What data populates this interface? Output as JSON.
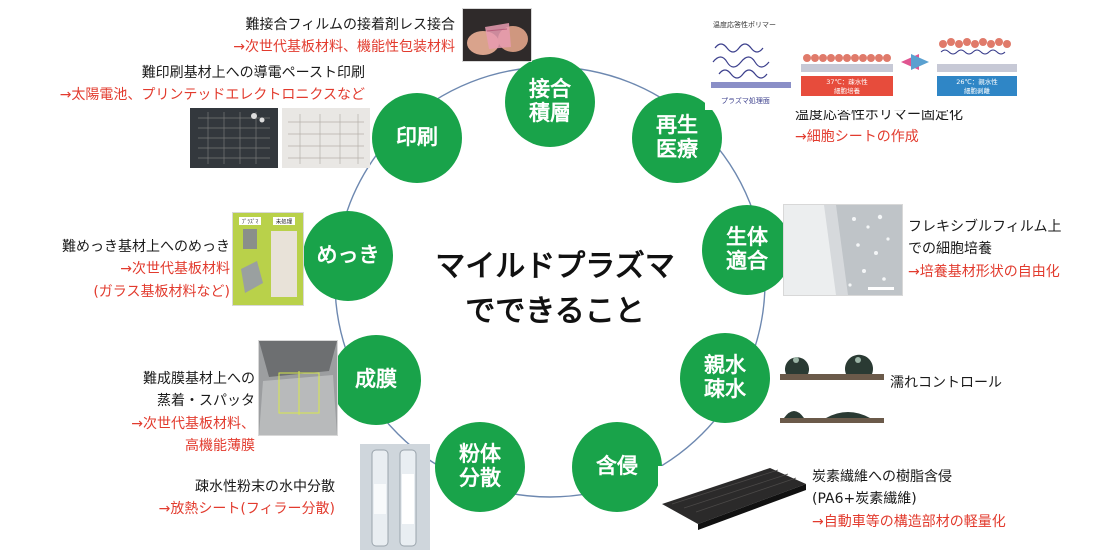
{
  "center": {
    "title": "マイルドプラズマ\nでできること"
  },
  "colors": {
    "node": "#19a34a",
    "ring": "#6d88b0",
    "accent_text": "#e23b2e"
  },
  "nodes": [
    {
      "id": "bonding",
      "label": "接合\n積層"
    },
    {
      "id": "regen",
      "label": "再生\n医療"
    },
    {
      "id": "biocompat",
      "label": "生体\n適合"
    },
    {
      "id": "wettability",
      "label": "親水\n疎水"
    },
    {
      "id": "impregnation",
      "label": "含侵"
    },
    {
      "id": "powder",
      "label": "粉体\n分散"
    },
    {
      "id": "filmform",
      "label": "成膜"
    },
    {
      "id": "plating",
      "label": "めっき"
    },
    {
      "id": "printing",
      "label": "印刷"
    }
  ],
  "descriptions": {
    "bonding": {
      "lines": [
        "難接合フィルムの接着剤レス接合"
      ],
      "red": [
        "→次世代基板材料、機能性包装材料"
      ]
    },
    "printing": {
      "lines": [
        "難印刷基材上への導電ペースト印刷"
      ],
      "red": [
        "→太陽電池、プリンテッドエレクトロニクスなど"
      ]
    },
    "regen": {
      "lines": [
        "温度応答性ポリマー固定化"
      ],
      "red": [
        "→細胞シートの作成"
      ]
    },
    "biocompat": {
      "lines": [
        "フレキシブルフィルム上",
        "での細胞培養"
      ],
      "red": [
        "→培養基材形状の自由化"
      ]
    },
    "plating": {
      "lines": [
        "難めっき基材上へのめっき"
      ],
      "red": [
        "→次世代基板材料",
        "(ガラス基板材料など)"
      ]
    },
    "wettability": {
      "lines": [
        "濡れコントロール"
      ],
      "red": []
    },
    "filmform": {
      "lines": [
        "難成膜基材上への",
        "蒸着・スパッタ"
      ],
      "red": [
        "→次世代基板材料、",
        "高機能薄膜"
      ]
    },
    "impregnation": {
      "lines": [
        "炭素繊維への樹脂含侵",
        "(PA6+炭素繊維)"
      ],
      "red": [
        "→自動車等の構造部材の軽量化"
      ]
    },
    "powder": {
      "lines": [
        "疎水性粉末の水中分散"
      ],
      "red": [
        "→放熱シート(フィラー分散)"
      ]
    }
  },
  "photo_labels": {
    "polymer": "温度応答性ポリマー",
    "plasma_surface": "プラズマ処理面",
    "temp37": "37℃：疎水性",
    "cell_culture": "細胞培養",
    "temp26": "26℃：親水性",
    "cell_detach": "細胞剥離",
    "plating_tag_left": "ﾌﾟﾗｽﾞﾏ",
    "plating_tag_right": "未処理"
  }
}
